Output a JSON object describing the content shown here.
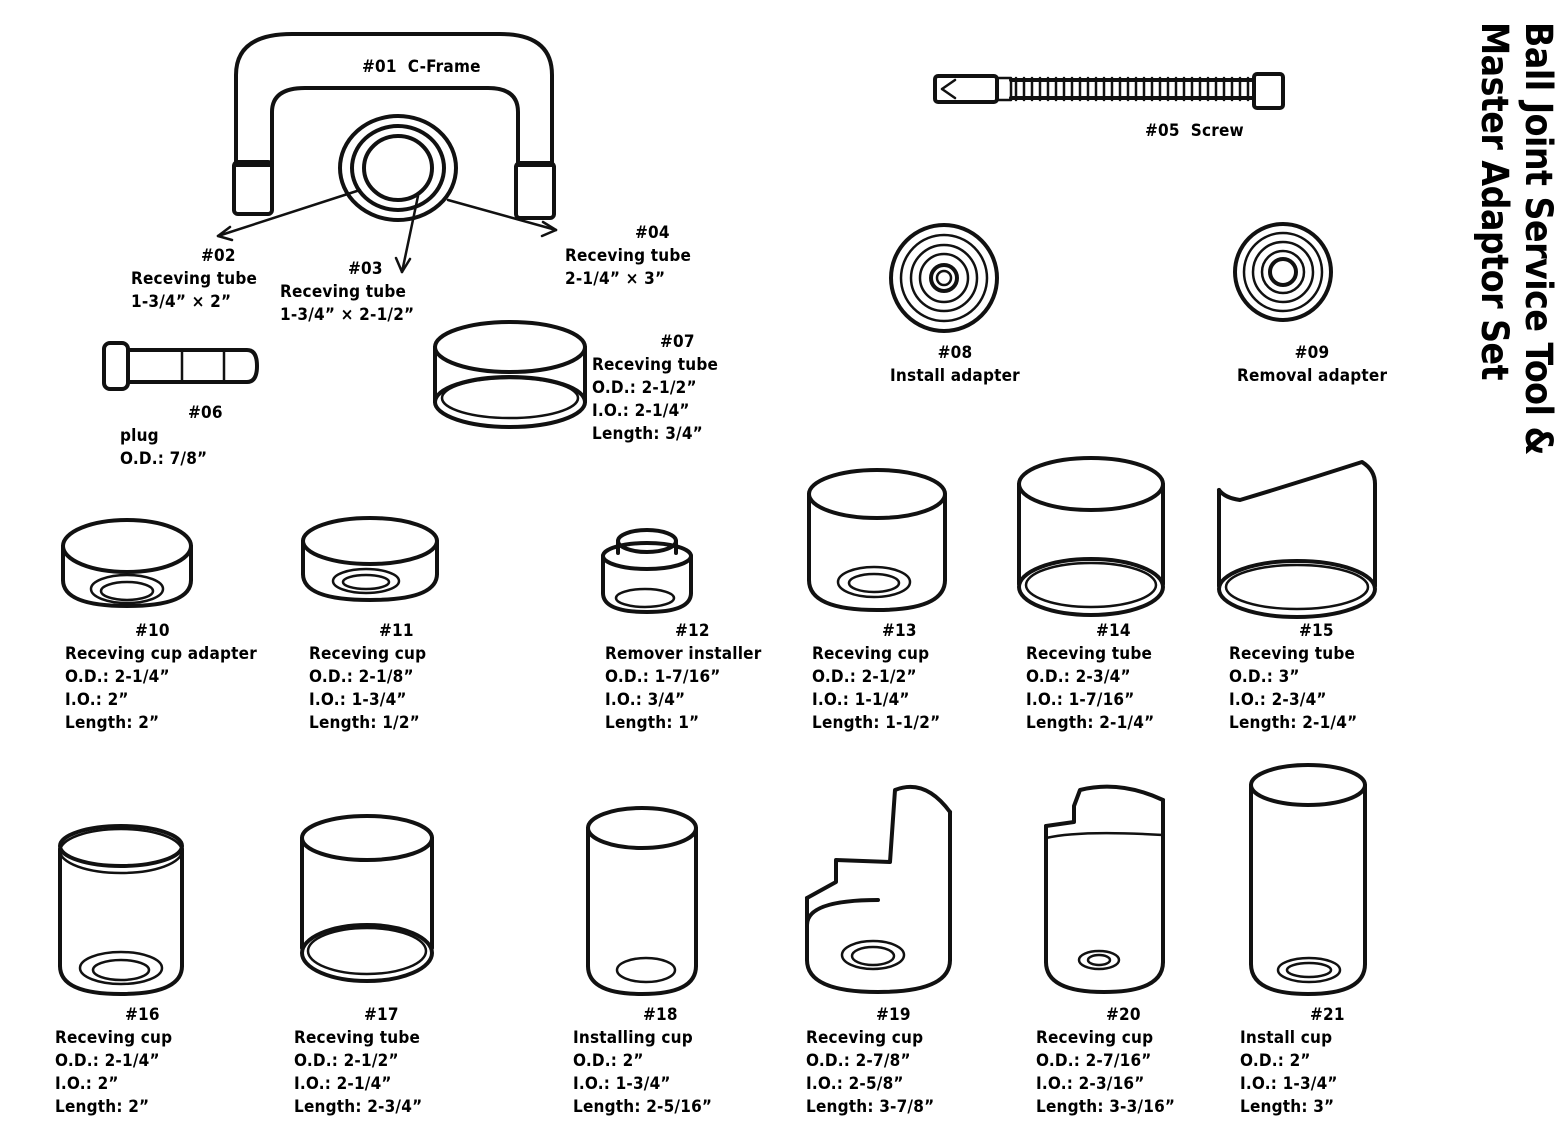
{
  "title": {
    "line1": "Ball Joint Service Tool &",
    "line2": "Master Adaptor Set"
  },
  "parts": {
    "p01": {
      "num": "#01",
      "name": "C-Frame"
    },
    "p02": {
      "num": "#02",
      "name": "Receving tube",
      "size": "1-3/4”  × 2”"
    },
    "p03": {
      "num": "#03",
      "name": "Receving tube",
      "size": "1-3/4”  × 2-1/2”"
    },
    "p04": {
      "num": "#04",
      "name": "Receving tube",
      "size": "2-1/4”  × 3”"
    },
    "p05": {
      "num": "#05",
      "name": "Screw"
    },
    "p06": {
      "num": "#06",
      "name": "plug",
      "od": "O.D.: 7/8”"
    },
    "p07": {
      "num": "#07",
      "name": "Receving tube",
      "od": "O.D.: 2-1/2”",
      "io": "I.O.: 2-1/4”",
      "length": "Length: 3/4”"
    },
    "p08": {
      "num": "#08",
      "name": "Install adapter"
    },
    "p09": {
      "num": "#09",
      "name": "Removal adapter"
    },
    "p10": {
      "num": "#10",
      "name": "Receving cup adapter",
      "od": "O.D.: 2-1/4”",
      "io": "I.O.: 2”",
      "length": "Length: 2”"
    },
    "p11": {
      "num": "#11",
      "name": "Receving cup",
      "od": "O.D.: 2-1/8”",
      "io": "I.O.: 1-3/4”",
      "length": "Length: 1/2”"
    },
    "p12": {
      "num": "#12",
      "name": "Remover installer",
      "od": "O.D.: 1-7/16”",
      "io": "I.O.: 3/4”",
      "length": "Length: 1”"
    },
    "p13": {
      "num": "#13",
      "name": "Receving cup",
      "od": "O.D.: 2-1/2”",
      "io": "I.O.: 1-1/4”",
      "length": "Length: 1-1/2”"
    },
    "p14": {
      "num": "#14",
      "name": "Receving tube",
      "od": "O.D.: 2-3/4”",
      "io": "I.O.: 1-7/16”",
      "length": "Length: 2-1/4”"
    },
    "p15": {
      "num": "#15",
      "name": "Receving tube",
      "od": "O.D.: 3”",
      "io": "I.O.: 2-3/4”",
      "length": "Length: 2-1/4”"
    },
    "p16": {
      "num": "#16",
      "name": "Receving cup",
      "od": "O.D.: 2-1/4”",
      "io": "I.O.: 2”",
      "length": "Length: 2”"
    },
    "p17": {
      "num": "#17",
      "name": "Receving tube",
      "od": "O.D.: 2-1/2”",
      "io": "I.O.: 2-1/4”",
      "length": "Length: 2-3/4”"
    },
    "p18": {
      "num": "#18",
      "name": "Installing cup",
      "od": "O.D.: 2”",
      "io": "I.O.: 1-3/4”",
      "length": "Length: 2-5/16”"
    },
    "p19": {
      "num": "#19",
      "name": "Receving cup",
      "od": "O.D.: 2-7/8”",
      "io": "I.O.: 2-5/8”",
      "length": "Length: 3-7/8”"
    },
    "p20": {
      "num": "#20",
      "name": "Receving cup",
      "od": "O.D.: 2-7/16”",
      "io": "I.O.: 2-3/16”",
      "length": "Length: 3-3/16”"
    },
    "p21": {
      "num": "#21",
      "name": "Install cup",
      "od": "O.D.: 2”",
      "io": "I.O.:  1-3/4”",
      "length": "Length: 3”"
    }
  }
}
